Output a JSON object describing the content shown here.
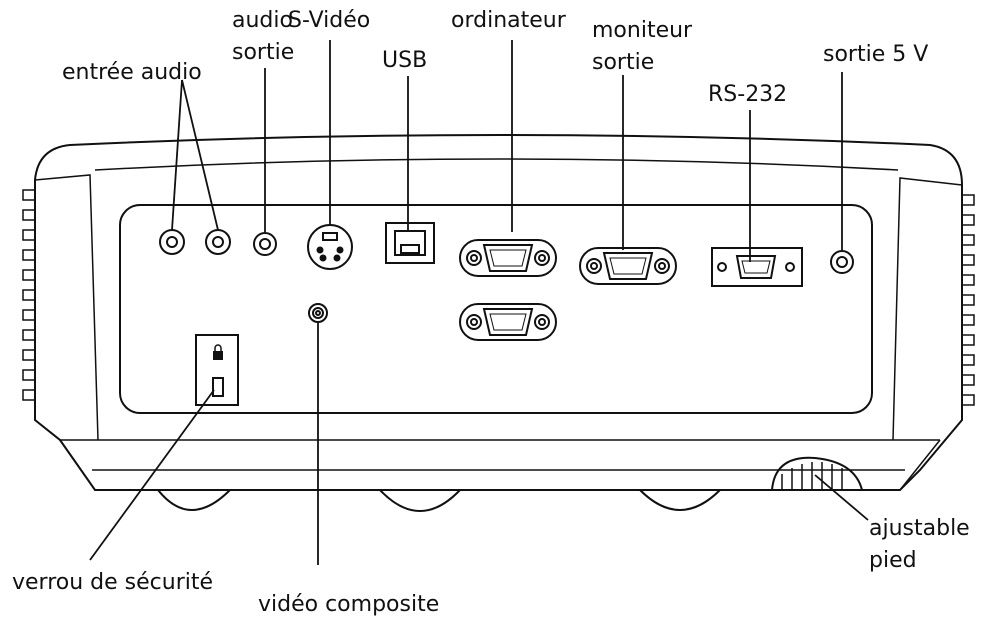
{
  "labels": {
    "audio_in": "entrée audio",
    "audio_out_1": "audio",
    "audio_out_2": "sortie",
    "svideo": "S-Vidéo",
    "usb": "USB",
    "computer": "ordinateur",
    "monitor_1": "moniteur",
    "monitor_2": "sortie",
    "rs232": "RS-232",
    "out5v": "sortie 5 V",
    "lock": "verrou de sécurité",
    "composite": "vidéo composite",
    "foot_1": "ajustable",
    "foot_2": "pied"
  },
  "colors": {
    "stroke": "#111111",
    "body": "#ffffff"
  }
}
